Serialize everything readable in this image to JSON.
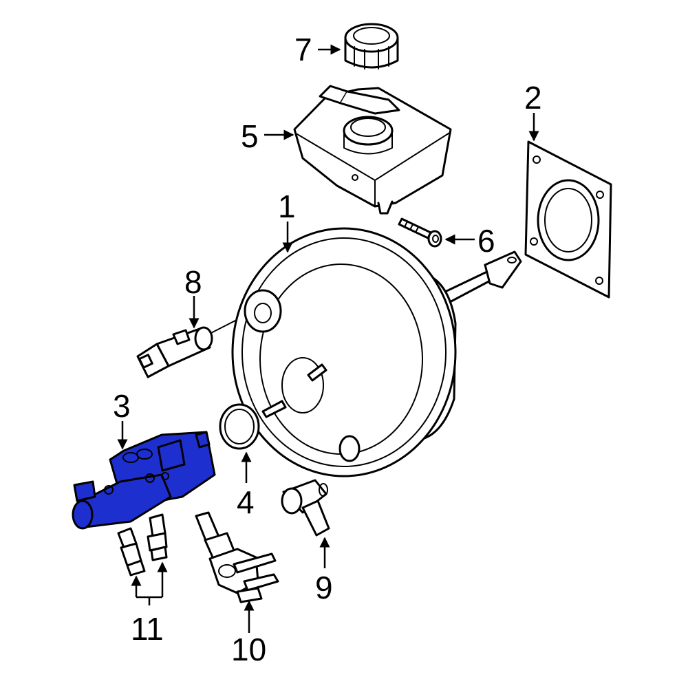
{
  "highlight_color": "#1e2fcf",
  "callouts": {
    "c1": "1",
    "c2": "2",
    "c3": "3",
    "c4": "4",
    "c5": "5",
    "c6": "6",
    "c7": "7",
    "c8": "8",
    "c9": "9",
    "c10": "10",
    "c11": "11"
  }
}
